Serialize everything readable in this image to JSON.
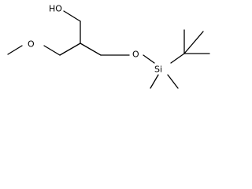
{
  "molecule": {
    "atoms": {
      "hydroxyl": "HO",
      "methoxy_oxygen": "O",
      "silyl_ether_oxygen": "O",
      "silicon": "Si"
    }
  },
  "colors": {
    "bond": "#000000",
    "label": "#000000",
    "background": "#ffffff"
  }
}
